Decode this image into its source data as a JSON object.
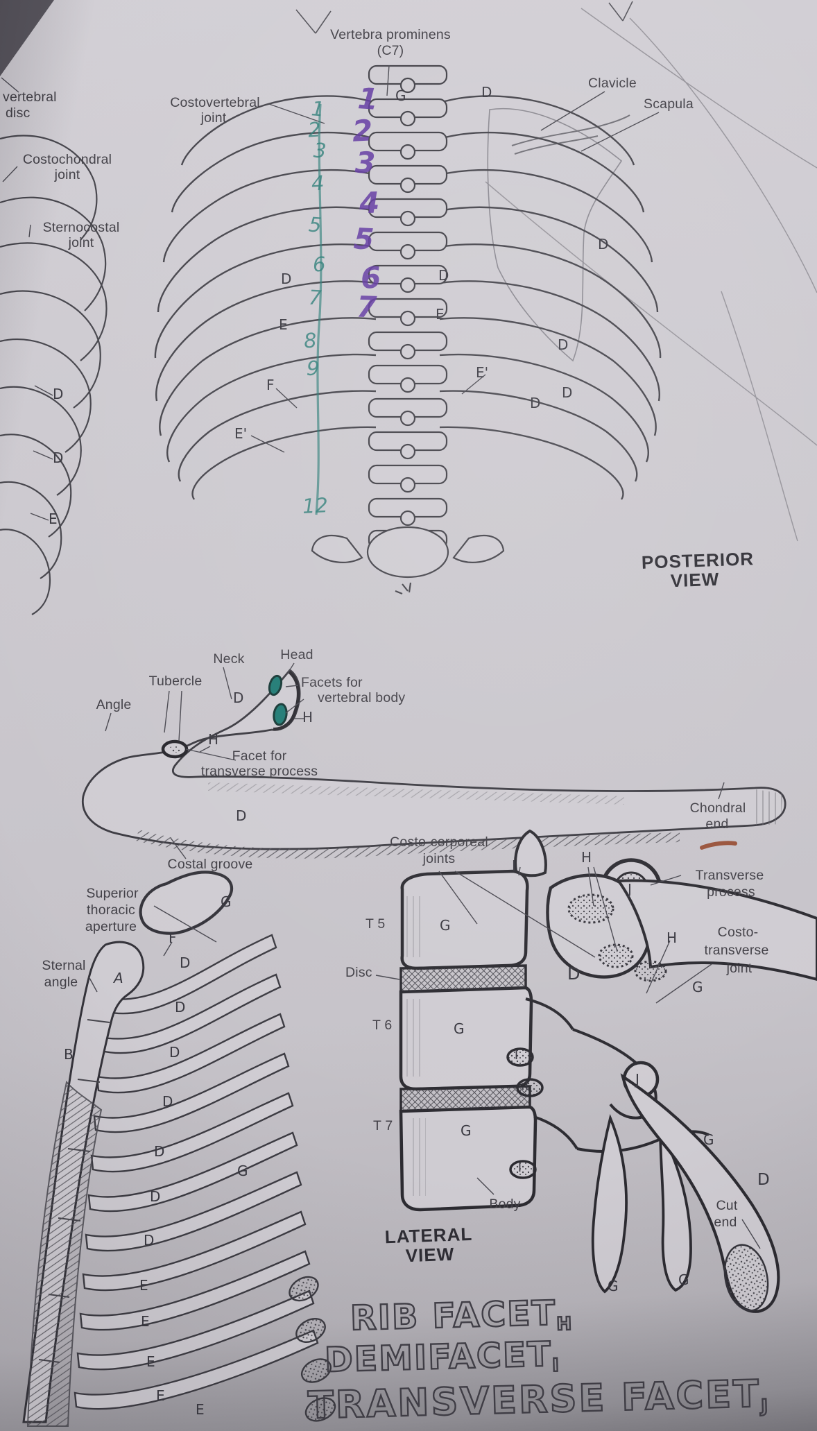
{
  "colors": {
    "paper": "#c8c5cb",
    "ink": "#413f46",
    "bone_fill": "#cfccd2",
    "teal": "#1e7a73",
    "purple": "#5f35a0",
    "rust": "#94462a"
  },
  "posterior_view": {
    "caption_line1": "POSTERIOR",
    "caption_line2": "VIEW",
    "labels": {
      "vertebra_prominens": "Vertebra prominens",
      "c7": "(C7)",
      "clavicle": "Clavicle",
      "scapula": "Scapula",
      "costovertebral_l1": "Costovertebral",
      "costovertebral_l2": "joint",
      "intervertebral_l1": "vertebral",
      "intervertebral_l2": "disc",
      "costochondral_l1": "Costochondral",
      "costochondral_l2": "joint",
      "sternocostal_l1": "Sternocostal",
      "sternocostal_l2": "joint"
    },
    "markers": [
      {
        "t": "G"
      },
      {
        "t": "D"
      },
      {
        "t": "D"
      },
      {
        "t": "D"
      },
      {
        "t": "E"
      },
      {
        "t": "E"
      },
      {
        "t": "D"
      },
      {
        "t": "D"
      },
      {
        "t": "D"
      },
      {
        "t": "D"
      },
      {
        "t": "E'"
      },
      {
        "t": "F"
      },
      {
        "t": "E'"
      }
    ],
    "anterior_markers": [
      {
        "t": "D"
      },
      {
        "t": "D"
      },
      {
        "t": "E"
      }
    ],
    "purple_numbers": [
      "1",
      "2",
      "3",
      "4",
      "5",
      "6",
      "7"
    ],
    "teal_numbers": [
      "1",
      "2",
      "3",
      "4",
      "5",
      "6",
      "7",
      "8",
      "9",
      "12"
    ]
  },
  "rib_figure": {
    "labels": {
      "neck": "Neck",
      "head": "Head",
      "tubercle": "Tubercle",
      "angle": "Angle",
      "facets_l1": "Facets for",
      "facets_l2": "vertebral body",
      "facet_tp_l1": "Facet for",
      "facet_tp_l2": "transverse process",
      "costal_groove": "Costal groove",
      "chondral_l1": "Chondral",
      "chondral_l2": "end"
    },
    "markers": [
      {
        "t": "D"
      },
      {
        "t": "H"
      },
      {
        "t": "H"
      },
      {
        "t": "D"
      }
    ]
  },
  "lateral_view": {
    "caption_line1": "LATERAL",
    "caption_line2": "VIEW",
    "labels": {
      "sta_l1": "Superior",
      "sta_l2": "thoracic",
      "sta_l3": "aperture",
      "sternal_l1": "Sternal",
      "sternal_l2": "angle"
    },
    "markers": [
      {
        "t": "G"
      },
      {
        "t": "F"
      },
      {
        "t": "A"
      },
      {
        "t": "D"
      },
      {
        "t": "D"
      },
      {
        "t": "D"
      },
      {
        "t": "B"
      },
      {
        "t": "D"
      },
      {
        "t": "D"
      },
      {
        "t": "D"
      },
      {
        "t": "D"
      },
      {
        "t": "E"
      },
      {
        "t": "E"
      },
      {
        "t": "E"
      },
      {
        "t": "E"
      },
      {
        "t": "E"
      },
      {
        "t": "G"
      }
    ]
  },
  "vertebra_figure": {
    "labels": {
      "costocorporeal_l1": "Costo-corporeal",
      "costocorporeal_l2": "joints",
      "transverse_l1": "Transverse",
      "transverse_l2": "process",
      "costotransverse_l1": "Costo-",
      "costotransverse_l2": "transverse",
      "costotransverse_l3": "joint",
      "disc": "Disc",
      "t5": "T 5",
      "t6": "T 6",
      "t7": "T 7",
      "body": "Body",
      "cut_l1": "Cut",
      "cut_l2": "end"
    },
    "markers": [
      {
        "t": "I"
      },
      {
        "t": "H"
      },
      {
        "t": "J"
      },
      {
        "t": "D"
      },
      {
        "t": "H"
      },
      {
        "t": "G"
      },
      {
        "t": "G"
      },
      {
        "t": "G"
      },
      {
        "t": "G"
      },
      {
        "t": "I"
      },
      {
        "t": "I"
      },
      {
        "t": "J"
      },
      {
        "t": "I"
      },
      {
        "t": "G"
      },
      {
        "t": "G"
      },
      {
        "t": "G"
      },
      {
        "t": "D"
      }
    ]
  },
  "key_heading": {
    "line1": "RIB FACET",
    "line1_key": "H",
    "line2": "DEMIFACET",
    "line2_key": "I",
    "line3": "TRANSVERSE FACET",
    "line3_key": "J"
  }
}
